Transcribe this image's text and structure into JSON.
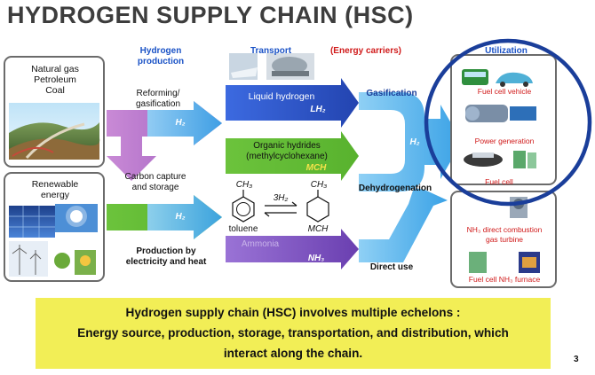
{
  "title": "HYDROGEN SUPPLY CHAIN (HSC)",
  "sources": {
    "fossil": [
      "Natural gas",
      "Petroleum",
      "Coal"
    ],
    "renewable": [
      "Renewable",
      "energy"
    ]
  },
  "headers": {
    "production": [
      "Hydrogen",
      "production"
    ],
    "transport": "Transport",
    "carriers": "(Energy carriers)",
    "utilization": "Utilization"
  },
  "process": {
    "reforming": [
      "Reforming/",
      "gasification"
    ],
    "ccs": [
      "Carbon capture",
      "and storage"
    ],
    "production_by": [
      "Production by",
      "electricity and heat"
    ],
    "gasification": "Gasification",
    "dehydrogenation": "Dehydrogenation",
    "direct_use": "Direct use"
  },
  "arrows": {
    "h2_top": "H₂",
    "h2_bottom": "H₂",
    "h2_merge": "H₂"
  },
  "carriers": {
    "liquid_hydrogen": "Liquid hydrogen",
    "lh2": "LH₂",
    "organic_hydrides": [
      "Organic hydrides",
      "(methylcyclohexane)"
    ],
    "mch_label": "MCH",
    "ch3_left": "CH₃",
    "ch3_right": "CH₃",
    "three_h2": "3H₂",
    "toluene": "toluene",
    "mch_formula": "MCH",
    "ammonia": "Ammonia",
    "nh3": "NH₃"
  },
  "utilization": {
    "fuel_cell_vehicle": "Fuel cell vehicle",
    "power_generation": "Power generation",
    "fuel_cell": "Fuel cell",
    "nh3_combustion": [
      "NH₃ direct combustion",
      "gas turbine"
    ],
    "fuel_cell_nh3_furnace": "Fuel cell NH₃ furnace"
  },
  "summary": [
    "Hydrogen supply chain (HSC) involves multiple echelons :",
    "Energy source, production, storage, transportation, and distribution, which",
    "interact along the chain."
  ],
  "page_number": "3",
  "colors": {
    "title": "#3d3d3d",
    "header_blue": "#1a52c6",
    "label_red": "#d01a1a",
    "arrow_purple": "#b373c9",
    "arrow_green": "#6fc23f",
    "arrow_blue": "#2f57c8",
    "arrow_cyan": "#42a8e8",
    "arrow_violet": "#7d55c0",
    "summary_bg": "#f2ee56",
    "circle": "#1a3e9a"
  }
}
